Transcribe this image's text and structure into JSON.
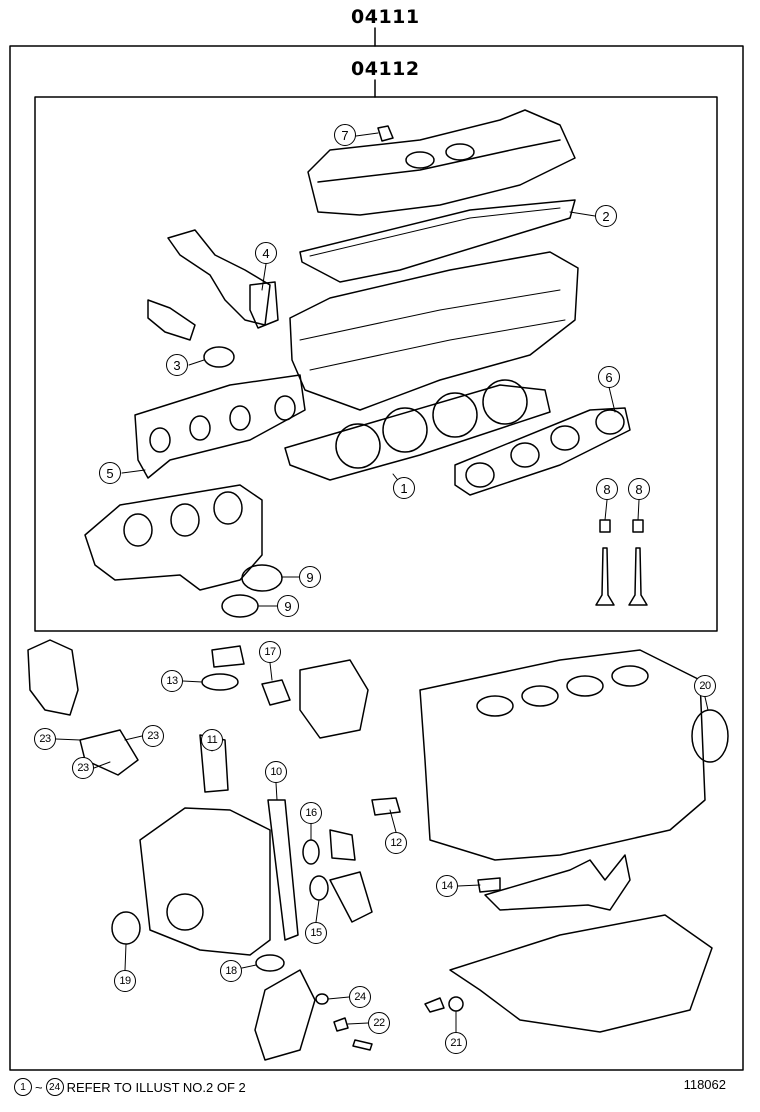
{
  "header": {
    "kit_code": "04111",
    "subkit_code": "04112"
  },
  "footer": {
    "range_start": "1",
    "range_tilde": "~",
    "range_end": "24",
    "note": "REFER TO ILLUST NO.2 OF 2",
    "figure_number": "118062"
  },
  "callouts": [
    "1",
    "2",
    "3",
    "4",
    "5",
    "6",
    "7",
    "8",
    "8",
    "9",
    "9",
    "10",
    "11",
    "12",
    "13",
    "14",
    "15",
    "16",
    "17",
    "18",
    "19",
    "20",
    "21",
    "22",
    "23",
    "23",
    "23",
    "24"
  ]
}
